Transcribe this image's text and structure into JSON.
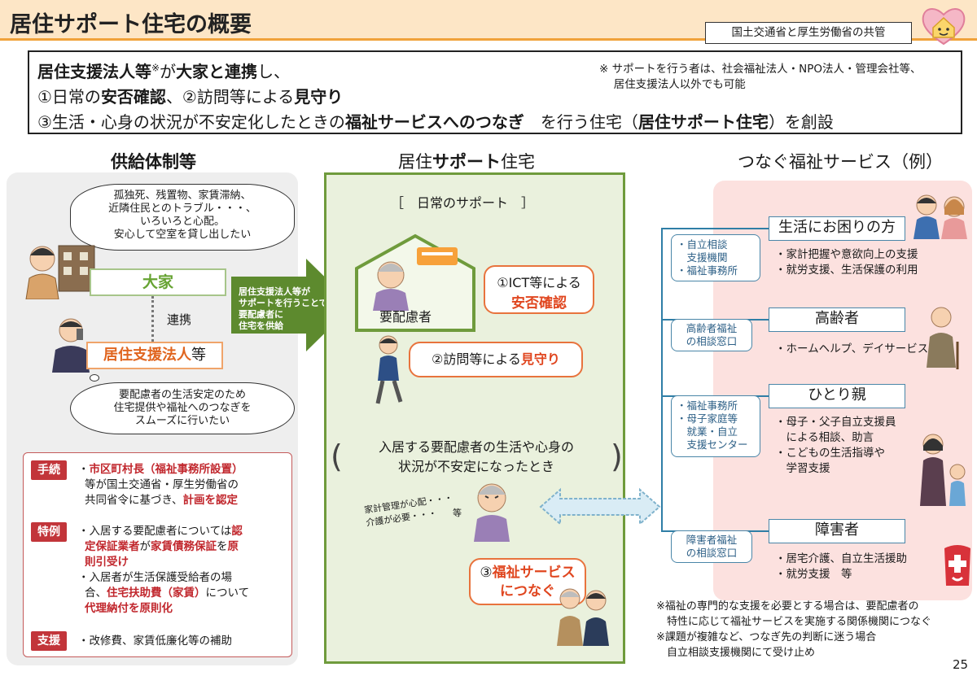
{
  "header": {
    "title": "居住サポート住宅の概要",
    "ministry_tag": "国土交通省と厚生労働省の共管"
  },
  "intro": {
    "line1_a": "居住支援法人等",
    "line1_note_mark": "※",
    "line1_b": "が",
    "line1_c": "大家と連携",
    "line1_d": "し、",
    "line2_a": "①日常の",
    "line2_b": "安否確認",
    "line2_c": "、②訪問等による",
    "line2_d": "見守り",
    "line3_a": "③生活・心身の状況が不安定化したときの",
    "line3_b": "福祉サービスへのつなぎ",
    "line3_c": "　を行う住宅（",
    "line3_d": "居住サポート住宅",
    "line3_e": "）を創設",
    "note_line1": "※ サポートを行う者は、社会福祉法人・NPO法人・管理会社等、",
    "note_line2": "　 居住支援法人以外でも可能"
  },
  "left": {
    "heading": "供給体制等",
    "cloud_top": [
      "孤独死、残置物、家賃滞納、",
      "近隣住民とのトラブル・・・、",
      "いろいろと心配。",
      "安心して空室を貸し出したい"
    ],
    "landlord": "大家",
    "renkei": "連携",
    "support_org": "居住支援法人",
    "support_org_suffix": "等",
    "cloud_bottom": [
      "要配慮者の生活安定のため",
      "住宅提供や福祉へのつなぎを",
      "スムーズに行いたい"
    ],
    "arrow_text": [
      "居住支援法人等が",
      "サポートを行うことで",
      "要配慮者に",
      "住宅を供給"
    ],
    "rules": {
      "tag1": "手続",
      "r1_a": "・",
      "r1_b": "市区町村長（福祉事務所設置）",
      "r1_c": "等が国土交通省・厚生労働省の",
      "r1_d": "共同省令に基づき、",
      "r1_e": "計画を認定",
      "tag2": "特例",
      "r2_a": "・入居する要配慮者については",
      "r2_b": "認",
      "r2_c": "定保証業者",
      "r2_d": "が",
      "r2_e": "家賃債務保証",
      "r2_f": "を",
      "r2_g": "原",
      "r2_h": "則引受け",
      "r2_i": "・入居者が生活保護受給者の場",
      "r2_j": "合、",
      "r2_k": "住宅扶助費（家賃）",
      "r2_l": "について",
      "r2_m": "代理納付を原則化",
      "tag3": "支援",
      "r3": "・改修費、家賃低廉化等の補助"
    }
  },
  "center": {
    "heading_a": "居住",
    "heading_b": "サポート",
    "heading_c": "住宅",
    "daily": "日常のサポート",
    "resident": "要配慮者",
    "c1_a": "①ICT等による",
    "c1_b": "安否確認",
    "c2_a": "②訪問等による",
    "c2_b": "見守り",
    "unstable_1": "入居する要配慮者の生活や心身の",
    "unstable_2": "状況が不安定になったとき",
    "worry_1": "家計管理が心配・・・",
    "worry_2": "介護が必要・・・",
    "worry_3": "等",
    "c3_a": "③",
    "c3_b": "福祉サービス",
    "c3_c": "につなぐ"
  },
  "right": {
    "heading": "つなぐ福祉サービス（例）",
    "cat1": "生活にお困りの方",
    "org1": [
      "・自立相談",
      "　支援機関",
      "・福祉事務所"
    ],
    "svc1": [
      "・家計把握や意欲向上の支援",
      "・就労支援、生活保護の利用"
    ],
    "cat2": "高齢者",
    "org2": [
      "高齢者福祉",
      "の相談窓口"
    ],
    "svc2": [
      "・ホームヘルプ、デイサービス"
    ],
    "cat3": "ひとり親",
    "org3": [
      "・福祉事務所",
      "・母子家庭等",
      "　就業・自立",
      "　支援センター"
    ],
    "svc3": [
      "・母子・父子自立支援員",
      "　による相談、助言",
      "・こどもの生活指導や",
      "　学習支援"
    ],
    "cat4": "障害者",
    "org4": [
      "障害者福祉",
      "の相談窓口"
    ],
    "svc4": [
      "・居宅介護、自立生活援助",
      "・就労支援　等"
    ]
  },
  "footnote": [
    "※福祉の専門的な支援を必要とする場合は、要配慮者の",
    "　特性に応じて福祉サービスを実施する関係機関につなぐ",
    "※課題が複雑など、つなぎ先の判断に迷う場合",
    "　自立相談支援機関にて受け止め"
  ],
  "page_number": "25",
  "colors": {
    "header_bg": "#fde6c6",
    "header_line": "#f0a23a",
    "accent_green": "#6f9b3c",
    "accent_orange": "#e0461f",
    "accent_red": "#c2353a",
    "accent_blue": "#2f7ea6"
  }
}
